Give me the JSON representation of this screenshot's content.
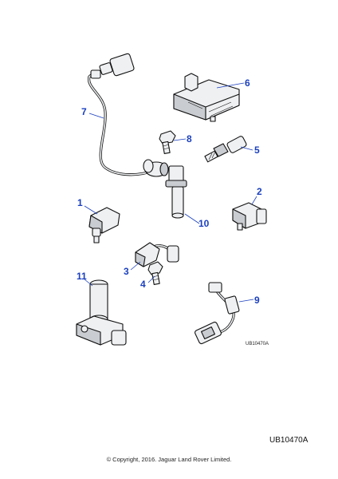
{
  "callouts": {
    "c1": "1",
    "c2": "2",
    "c3": "3",
    "c4": "4",
    "c5": "5",
    "c6": "6",
    "c7": "7",
    "c8": "8",
    "c9": "9",
    "c10": "10",
    "c11": "11"
  },
  "small_code": "UB10470A",
  "ref_code": "UB10470A",
  "copyright": "© Copyright, 2016. Jaguar Land Rover Limited.",
  "colors": {
    "callout": "#1a3fbf",
    "line": "#111111",
    "part_fill": "#eef0f2"
  }
}
